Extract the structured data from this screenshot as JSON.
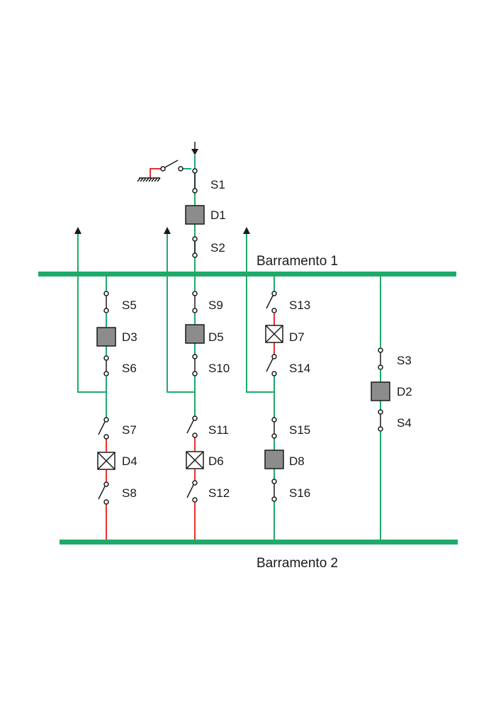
{
  "colors": {
    "energized": "#1faa6a",
    "deenergized": "#e8322e",
    "bus": "#1faa6a",
    "breaker_closed_fill": "#8c8c8c",
    "breaker_open_fill": "#ffffff",
    "stroke": "#1a1a1a"
  },
  "busbars": [
    {
      "id": "bus1",
      "label": "Barramento 1"
    },
    {
      "id": "bus2",
      "label": "Barramento 2"
    }
  ],
  "switches": [
    {
      "id": "S1",
      "label": "S1",
      "state": "closed"
    },
    {
      "id": "S2",
      "label": "S2",
      "state": "closed"
    },
    {
      "id": "S3",
      "label": "S3",
      "state": "closed"
    },
    {
      "id": "S4",
      "label": "S4",
      "state": "closed"
    },
    {
      "id": "S5",
      "label": "S5",
      "state": "closed"
    },
    {
      "id": "S6",
      "label": "S6",
      "state": "closed"
    },
    {
      "id": "S7",
      "label": "S7",
      "state": "open"
    },
    {
      "id": "S8",
      "label": "S8",
      "state": "open"
    },
    {
      "id": "S9",
      "label": "S9",
      "state": "closed"
    },
    {
      "id": "S10",
      "label": "S10",
      "state": "closed"
    },
    {
      "id": "S11",
      "label": "S11",
      "state": "open"
    },
    {
      "id": "S12",
      "label": "S12",
      "state": "open"
    },
    {
      "id": "S13",
      "label": "S13",
      "state": "open"
    },
    {
      "id": "S14",
      "label": "S14",
      "state": "open"
    },
    {
      "id": "S15",
      "label": "S15",
      "state": "closed"
    },
    {
      "id": "S16",
      "label": "S16",
      "state": "closed"
    },
    {
      "id": "SG",
      "label": "",
      "state": "open"
    }
  ],
  "breakers": [
    {
      "id": "D1",
      "label": "D1",
      "state": "closed"
    },
    {
      "id": "D2",
      "label": "D2",
      "state": "closed"
    },
    {
      "id": "D3",
      "label": "D3",
      "state": "closed"
    },
    {
      "id": "D4",
      "label": "D4",
      "state": "open"
    },
    {
      "id": "D5",
      "label": "D5",
      "state": "closed"
    },
    {
      "id": "D6",
      "label": "D6",
      "state": "open"
    },
    {
      "id": "D7",
      "label": "D7",
      "state": "open"
    },
    {
      "id": "D8",
      "label": "D8",
      "state": "closed"
    }
  ],
  "icons": {
    "ground": "ground-icon",
    "incoming_arrow": "arrow-down-icon",
    "outgoing_arrow": "arrow-up-icon"
  }
}
